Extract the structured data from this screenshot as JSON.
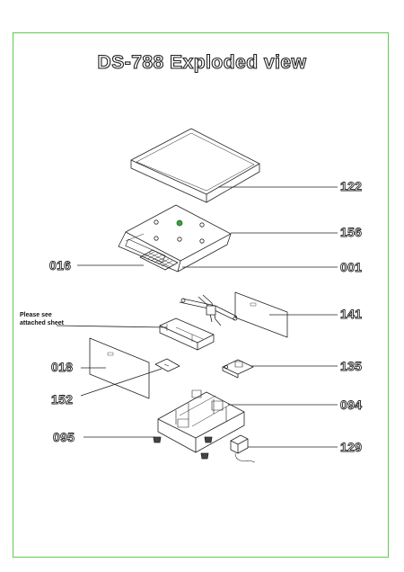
{
  "title": "DS-788  Exploded view",
  "note": {
    "line1": "Please see",
    "line2": "attached sheet"
  },
  "parts": {
    "p122": "122",
    "p156": "156",
    "p016": "016",
    "p001": "001",
    "p141": "141",
    "p018": "018",
    "p135": "135",
    "p152": "152",
    "p094": "094",
    "p095": "095",
    "p129": "129"
  },
  "colors": {
    "frame": "#5ccc4e",
    "outline": "#222222",
    "indicator": "#3aa040"
  }
}
